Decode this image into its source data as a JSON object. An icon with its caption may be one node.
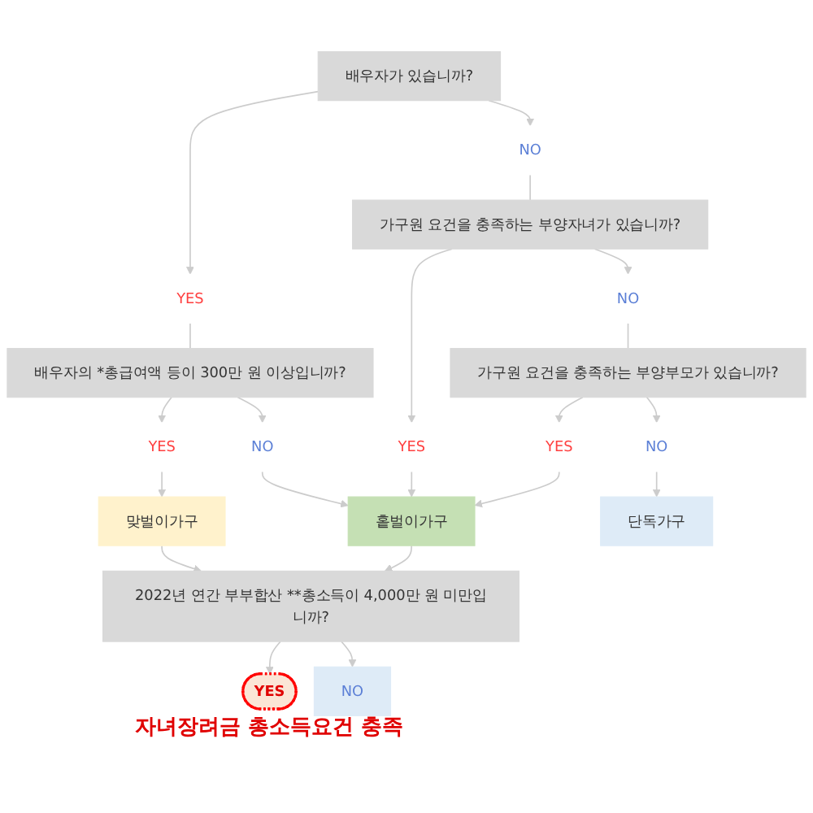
{
  "diagram": {
    "nodes": [
      {
        "text": [
          "배우자가 있습니까?"
        ]
      },
      {
        "text": [
          "YES"
        ]
      },
      {
        "text": [
          "NO"
        ]
      },
      {
        "text": [
          "배우자의 *총급여액 등이 300만 원 이상입니까?"
        ]
      },
      {
        "text": [
          "가구원 요건을 충족하는 부양자녀가 있습니까?"
        ]
      },
      {
        "text": [
          "YES"
        ]
      },
      {
        "text": [
          "NO"
        ]
      },
      {
        "text": [
          "YES"
        ]
      },
      {
        "text": [
          "NO"
        ]
      },
      {
        "text": [
          "가구원 요건을 충족하는 부양부모가 있습니까?"
        ]
      },
      {
        "text": [
          "YES"
        ]
      },
      {
        "text": [
          "NO"
        ]
      },
      {
        "text": [
          "맞벌이가구"
        ]
      },
      {
        "text": [
          "홑벌이가구"
        ]
      },
      {
        "text": [
          "단독가구"
        ]
      },
      {
        "text": [
          "2022년 연간 부부합산 **총소득이 4,000만 원 미만입니까?"
        ]
      },
      {
        "text": [
          "YES"
        ],
        "beside": [
          "자녀장려금 총소득요건 충족"
        ]
      },
      {
        "text": [
          "NO"
        ]
      }
    ],
    "edges": [
      {
        "from": 0,
        "to": 1,
        "arrow": "to"
      },
      {
        "from": 0,
        "to": 2,
        "arrow": "to"
      },
      {
        "from": 1,
        "to": 3,
        "arrow": "none"
      },
      {
        "from": 2,
        "to": 4,
        "arrow": "none"
      },
      {
        "from": 3,
        "to": 5,
        "arrow": "to"
      },
      {
        "from": 3,
        "to": 6,
        "arrow": "to"
      },
      {
        "from": 4,
        "to": 7,
        "arrow": "to"
      },
      {
        "from": 4,
        "to": 8,
        "arrow": "to"
      },
      {
        "from": 5,
        "to": 12,
        "arrow": "to"
      },
      {
        "from": 6,
        "to": 13,
        "arrow": "to"
      },
      {
        "from": 7,
        "to": 13,
        "arrow": "to"
      },
      {
        "from": 8,
        "to": 9,
        "arrow": "none"
      },
      {
        "from": 9,
        "to": 10,
        "arrow": "to"
      },
      {
        "from": 9,
        "to": 11,
        "arrow": "to"
      },
      {
        "from": 10,
        "to": 13,
        "arrow": "to"
      },
      {
        "from": 11,
        "to": 14,
        "arrow": "to"
      },
      {
        "from": 12,
        "to": 15,
        "arrow": "to"
      },
      {
        "from": 13,
        "to": 15,
        "arrow": "to"
      },
      {
        "from": 15,
        "to": 16,
        "arrow": "to"
      },
      {
        "from": 15,
        "to": 17,
        "arrow": "to"
      }
    ]
  }
}
